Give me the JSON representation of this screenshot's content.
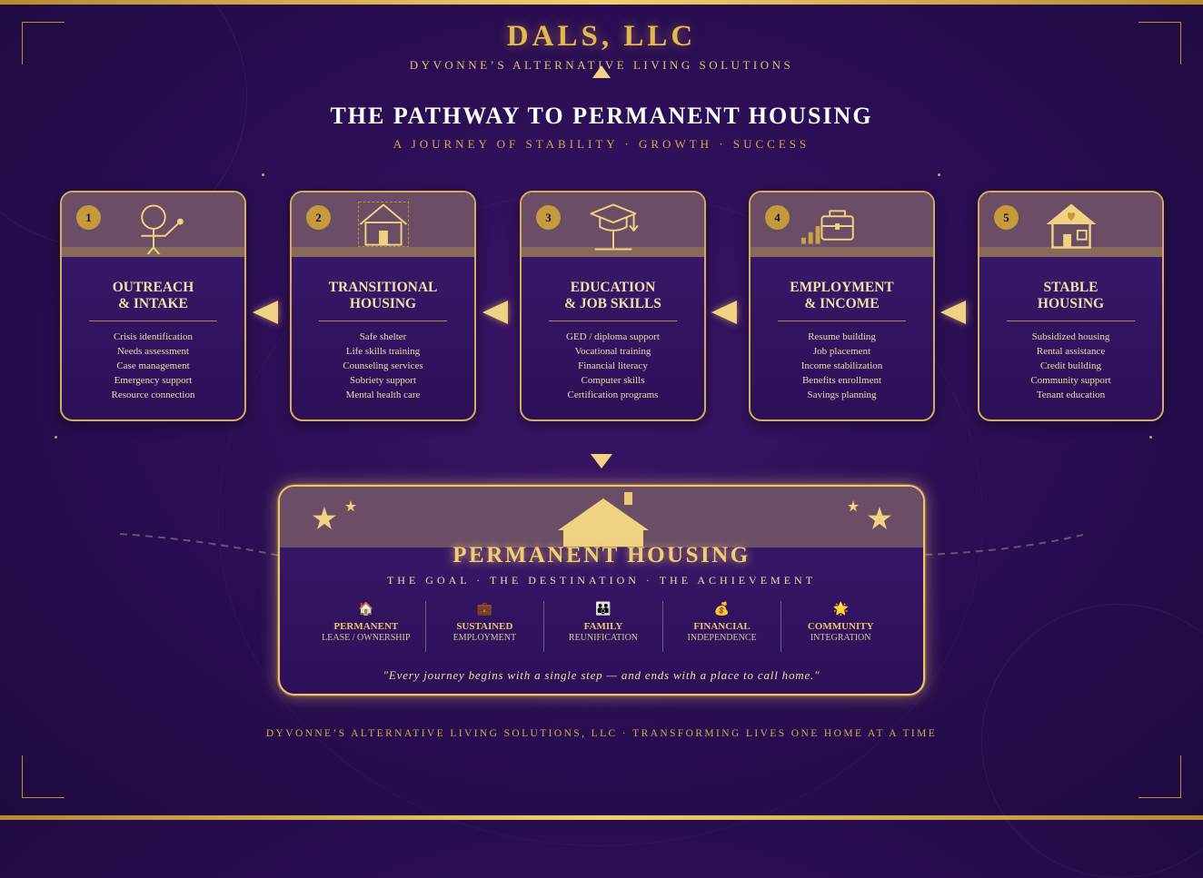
{
  "brand": {
    "name": "DALS, LLC",
    "tagline": "DYVONNE’S ALTERNATIVE LIVING SOLUTIONS"
  },
  "title": "THE PATHWAY TO PERMANENT HOUSING",
  "subtitle": "A JOURNEY OF STABILITY · GROWTH · SUCCESS",
  "stages": [
    {
      "num": "1",
      "icon": "person-waving-icon",
      "title_l1": "OUTREACH",
      "title_l2": "& INTAKE",
      "items": [
        "Crisis identification",
        "Needs assessment",
        "Case management",
        "Emergency support",
        "Resource connection"
      ]
    },
    {
      "num": "2",
      "icon": "house-outline-icon",
      "title_l1": "TRANSITIONAL",
      "title_l2": "HOUSING",
      "items": [
        "Safe shelter",
        "Life skills training",
        "Counseling services",
        "Sobriety support",
        "Mental health care"
      ]
    },
    {
      "num": "3",
      "icon": "graduation-cap-icon",
      "title_l1": "EDUCATION",
      "title_l2": "& JOB SKILLS",
      "items": [
        "GED / diploma support",
        "Vocational training",
        "Financial literacy",
        "Computer skills",
        "Certification programs"
      ]
    },
    {
      "num": "4",
      "icon": "briefcase-chart-icon",
      "title_l1": "EMPLOYMENT",
      "title_l2": "& INCOME",
      "items": [
        "Resume building",
        "Job placement",
        "Income stabilization",
        "Benefits enrollment",
        "Savings planning"
      ]
    },
    {
      "num": "5",
      "icon": "house-heart-icon",
      "title_l1": "STABLE",
      "title_l2": "HOUSING",
      "items": [
        "Subsidized housing",
        "Rental assistance",
        "Credit building",
        "Community support",
        "Tenant education"
      ]
    }
  ],
  "goal": {
    "title": "PERMANENT HOUSING",
    "subtitle": "THE GOAL · THE DESTINATION · THE ACHIEVEMENT",
    "pillars": [
      {
        "icon": "🏠",
        "title": "PERMANENT",
        "sub": "LEASE / OWNERSHIP"
      },
      {
        "icon": "💼",
        "title": "SUSTAINED",
        "sub": "EMPLOYMENT"
      },
      {
        "icon": "👪",
        "title": "FAMILY",
        "sub": "REUNIFICATION"
      },
      {
        "icon": "💰",
        "title": "FINANCIAL",
        "sub": "INDEPENDENCE"
      },
      {
        "icon": "🌟",
        "title": "COMMUNITY",
        "sub": "INTEGRATION"
      }
    ],
    "quote": "\"Every journey begins with a single step — and ends with a place to call home.\""
  },
  "footer": "DYVONNE’S ALTERNATIVE LIVING SOLUTIONS, LLC · TRANSFORMING LIVES ONE HOME AT A TIME",
  "colors": {
    "background": "#2a0d52",
    "gold": "#d2ad5d",
    "gold_light": "#f0d283",
    "card_head": "#6b4d66"
  }
}
